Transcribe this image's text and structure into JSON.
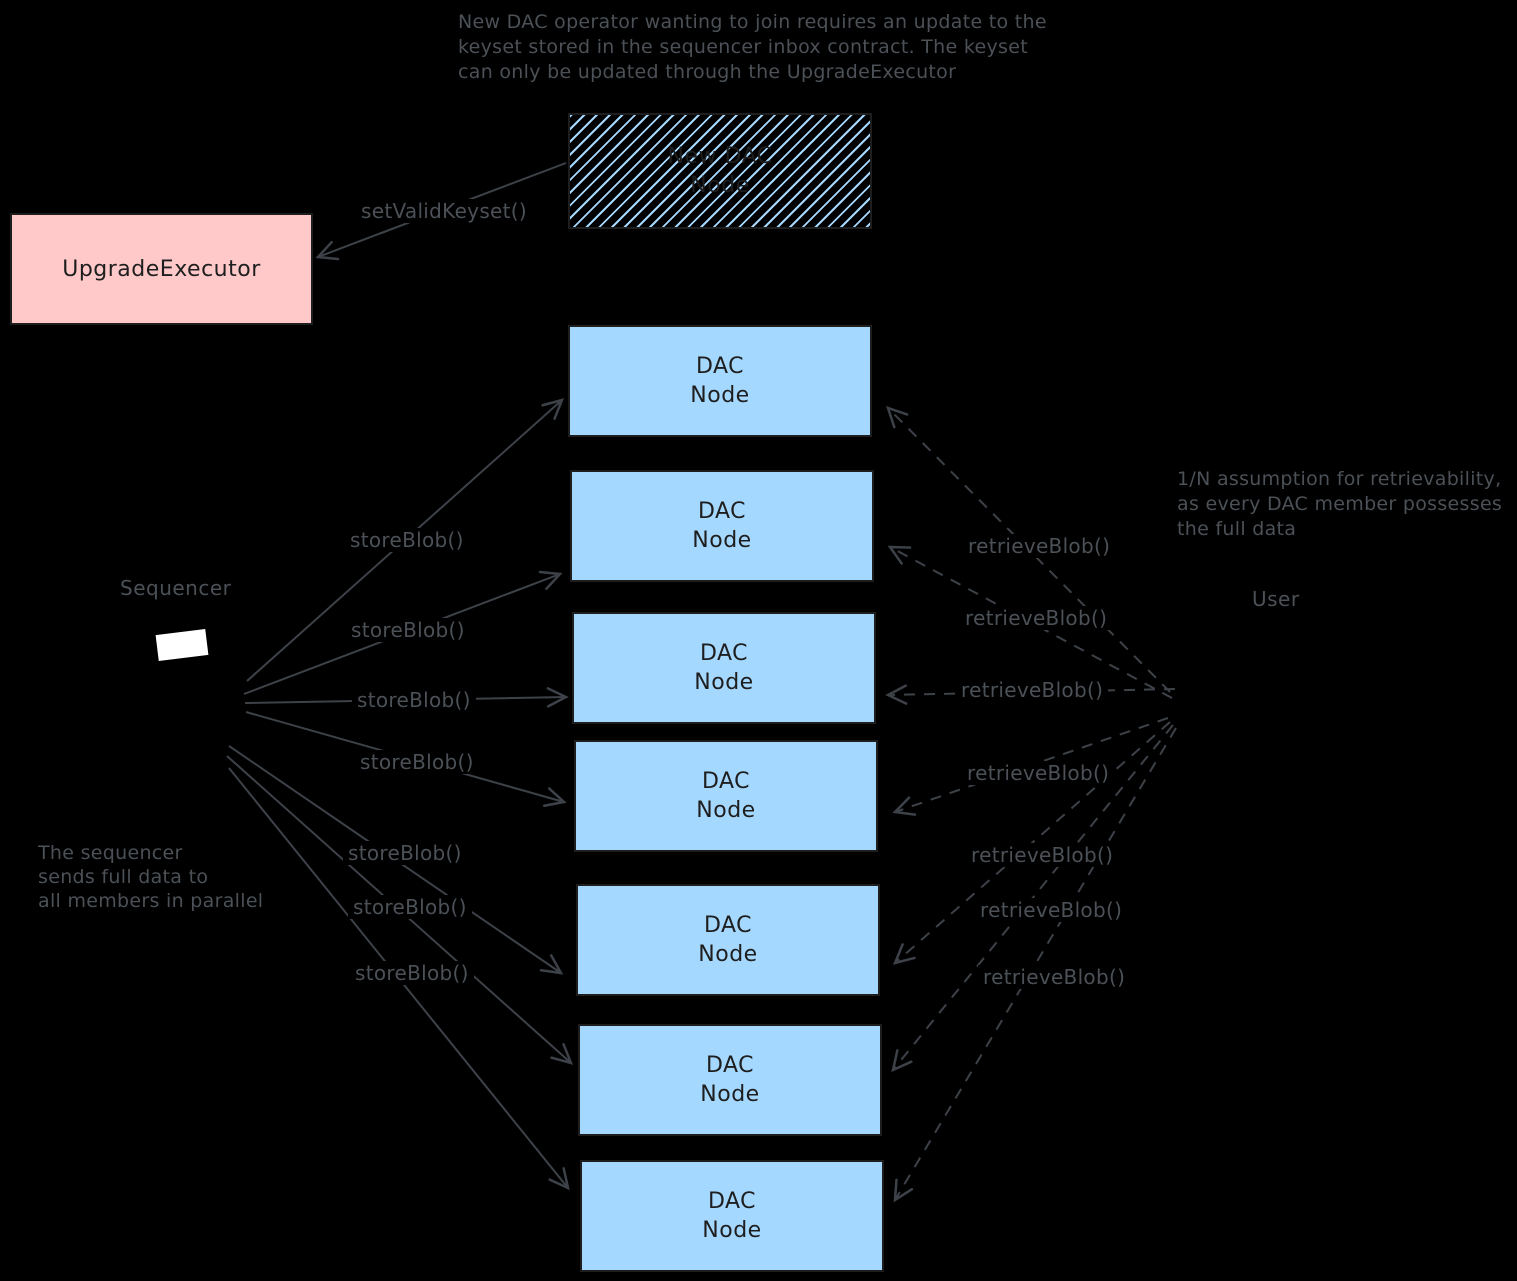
{
  "colors": {
    "background": "#000000",
    "node_fill": "#a5d8ff",
    "executor_fill": "#ffc9c9",
    "border": "#1e1e1e",
    "box_text": "#1e1e1e",
    "annotation": "#4b5157",
    "arrow": "#3d4249",
    "marker": "#ffffff"
  },
  "notes": {
    "top": [
      "New DAC operator wanting to join requires an update to the",
      "keyset stored in the sequencer inbox contract. The keyset",
      "can only be updated through the UpgradeExecutor"
    ],
    "left": [
      "The sequencer",
      "sends full data to",
      "all members in parallel"
    ],
    "right": [
      "1/N assumption for retrievability,",
      "as every DAC member possesses",
      "the full data"
    ]
  },
  "actors": {
    "sequencer": "Sequencer",
    "user": "User"
  },
  "boxes": {
    "upgrade_executor": {
      "label": "UpgradeExecutor"
    },
    "new_dac_node": {
      "lines": [
        "New DAC",
        "Node"
      ]
    },
    "dac_node": {
      "lines": [
        "DAC",
        "Node"
      ],
      "count": 7
    }
  },
  "edges": {
    "set_valid_keyset": "setValidKeyset()",
    "store_blob": "storeBlob()",
    "retrieve_blob": "retrieveBlob()",
    "store_count": 7,
    "retrieve_count": 7
  }
}
